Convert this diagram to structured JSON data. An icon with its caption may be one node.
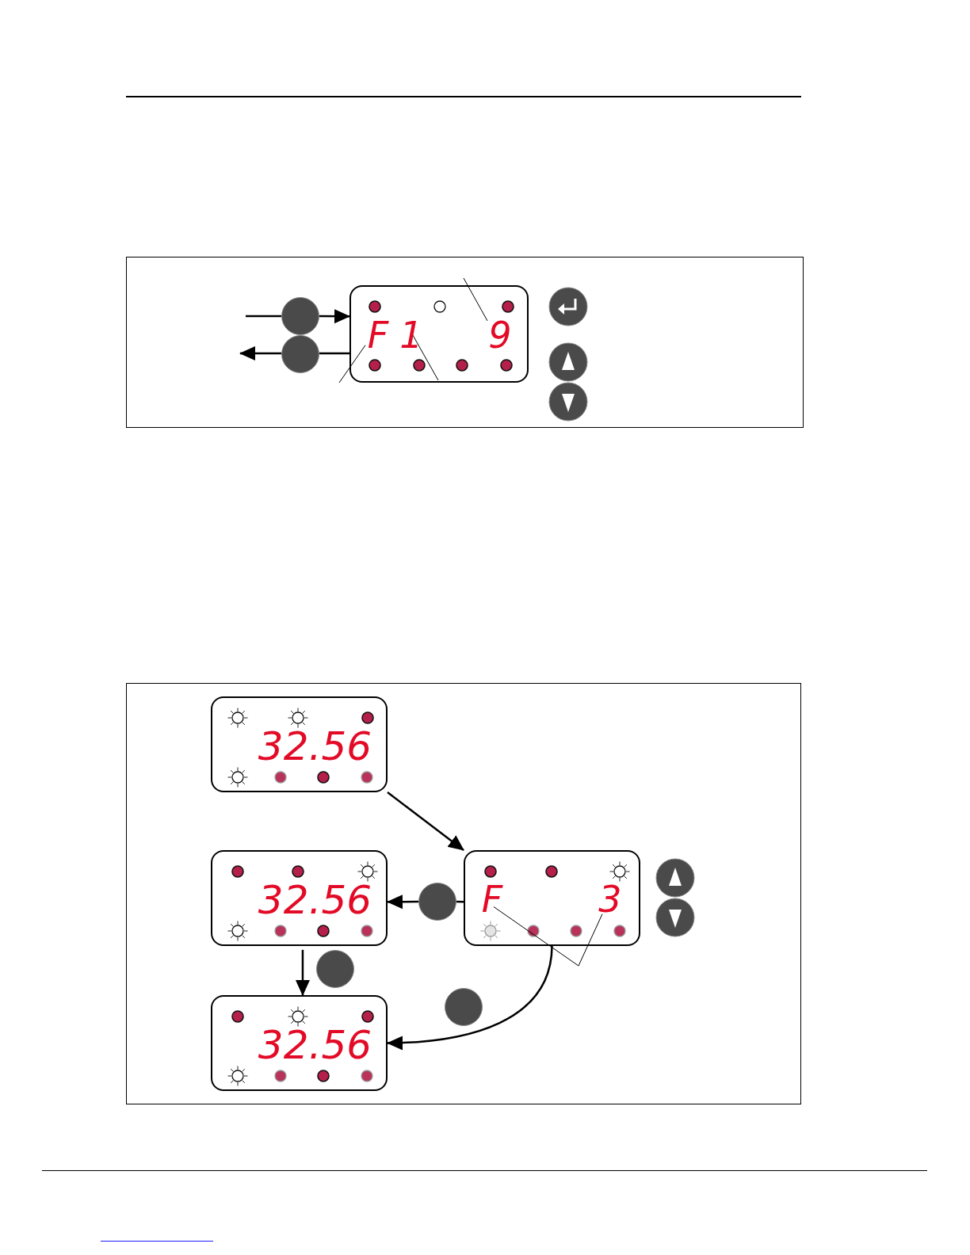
{
  "diagram": {
    "nodes": [
      {
        "text": [],
        "shape": "box"
      },
      {
        "text": [
          "F"
        ],
        "in": 0
      },
      {
        "text": [
          "1"
        ],
        "in": 0
      },
      {
        "text": [
          "9"
        ],
        "in": 0
      },
      {
        "text": [],
        "shape": "circle"
      },
      {
        "text": [],
        "shape": "circle"
      },
      {
        "text": [
          "32.56"
        ]
      },
      {
        "text": [
          "32.56"
        ]
      },
      {
        "text": [
          "32.56"
        ]
      },
      {
        "text": [],
        "shape": "box"
      },
      {
        "text": [
          "F"
        ],
        "in": 9
      },
      {
        "text": [
          "3"
        ],
        "in": 9
      },
      {
        "text": [],
        "shape": "circle"
      },
      {
        "text": [],
        "shape": "circle"
      },
      {
        "text": [],
        "shape": "circle"
      }
    ],
    "edges": [
      {
        "from": null,
        "to": 4,
        "arrow": "none"
      },
      {
        "from": 4,
        "to": 0,
        "arrow": "to"
      },
      {
        "from": 0,
        "to": 5,
        "arrow": "none"
      },
      {
        "from": 5,
        "to": null,
        "arrow": "to"
      },
      {
        "from": 1,
        "to": null,
        "arrow": "none"
      },
      {
        "from": 2,
        "to": null,
        "arrow": "none"
      },
      {
        "from": 3,
        "to": null,
        "arrow": "none"
      },
      {
        "from": 6,
        "to": 9,
        "arrow": "to"
      },
      {
        "from": 9,
        "to": 12,
        "arrow": "none"
      },
      {
        "from": 12,
        "to": 7,
        "arrow": "to"
      },
      {
        "from": 7,
        "to": 8,
        "arrow": "to"
      },
      {
        "from": 9,
        "to": 8,
        "arrow": "to"
      },
      {
        "from": 10,
        "to": null,
        "arrow": "none"
      },
      {
        "from": 11,
        "to": null,
        "arrow": "none"
      }
    ]
  }
}
